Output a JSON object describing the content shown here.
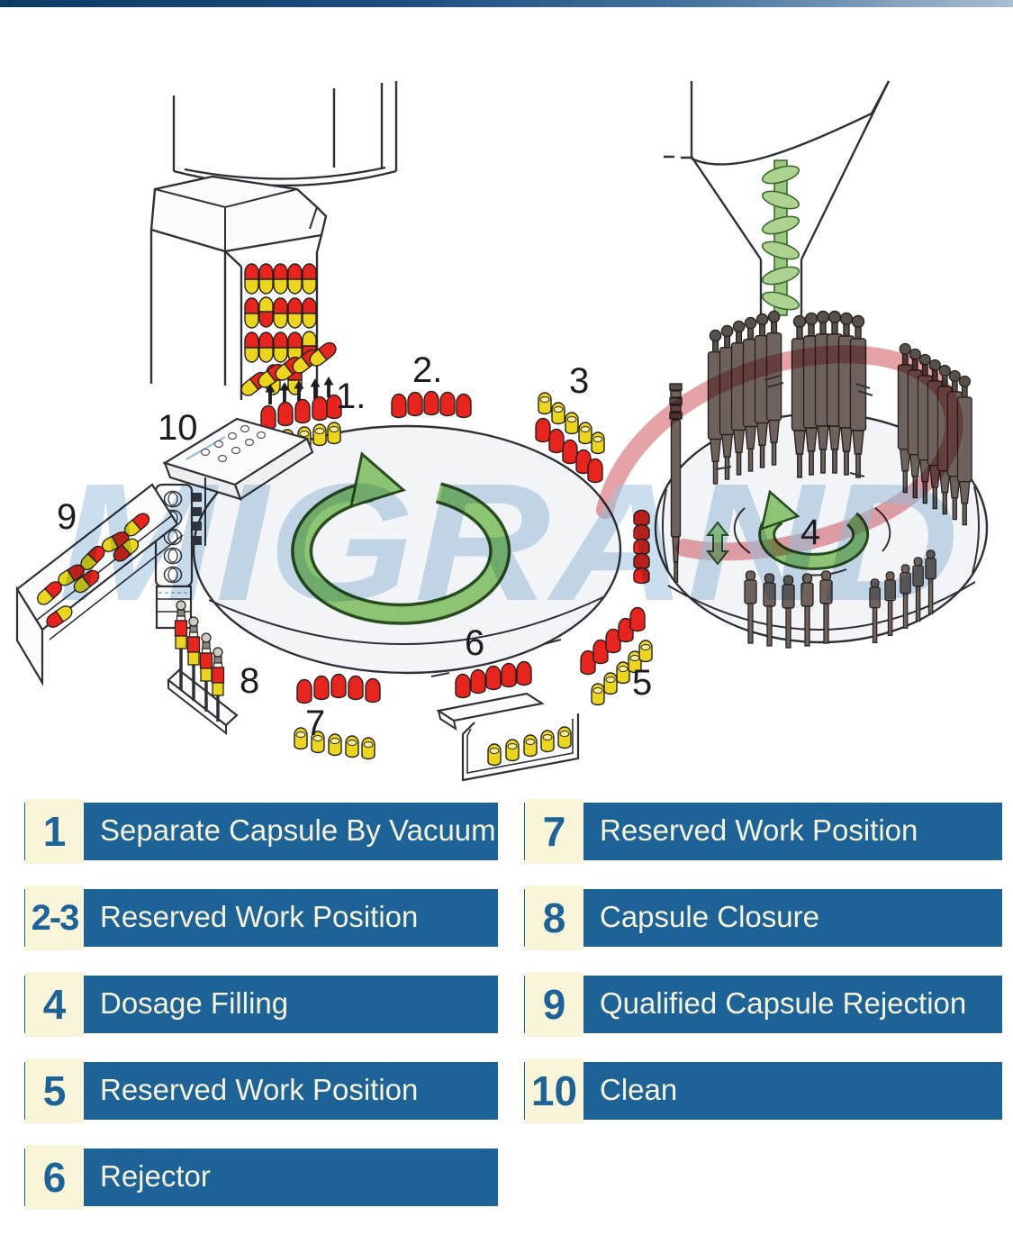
{
  "diagram": {
    "watermark_text": "MIGRAND",
    "callouts": {
      "n1": "1.",
      "n2": "2.",
      "n3": "3",
      "n4": "4",
      "n5": "5",
      "n6": "6",
      "n7": "7",
      "n8": "8",
      "n9": "9",
      "n10": "10"
    },
    "colors": {
      "capsule_cap_red": "#e7241d",
      "capsule_body_yellow": "#ecd51e",
      "arrow_green": "#8cc474",
      "pin_gray": "#6f625d",
      "watermark_blue": "#9fc3de",
      "swoosh_red": "#c8323c",
      "line": "#2e3138"
    }
  },
  "legend": {
    "bar_color": "#1d6397",
    "box_color": "#f9f5d8",
    "left": [
      {
        "num": "1",
        "label": "Separate Capsule By Vacuum"
      },
      {
        "num": "2-3",
        "label": "Reserved Work Position"
      },
      {
        "num": "4",
        "label": "Dosage Filling"
      },
      {
        "num": "5",
        "label": "Reserved Work Position"
      },
      {
        "num": "6",
        "label": "Rejector"
      }
    ],
    "right": [
      {
        "num": "7",
        "label": "Reserved Work Position"
      },
      {
        "num": "8",
        "label": "Capsule Closure"
      },
      {
        "num": "9",
        "label": "Qualified Capsule Rejection"
      },
      {
        "num": "10",
        "label": "Clean"
      }
    ]
  }
}
